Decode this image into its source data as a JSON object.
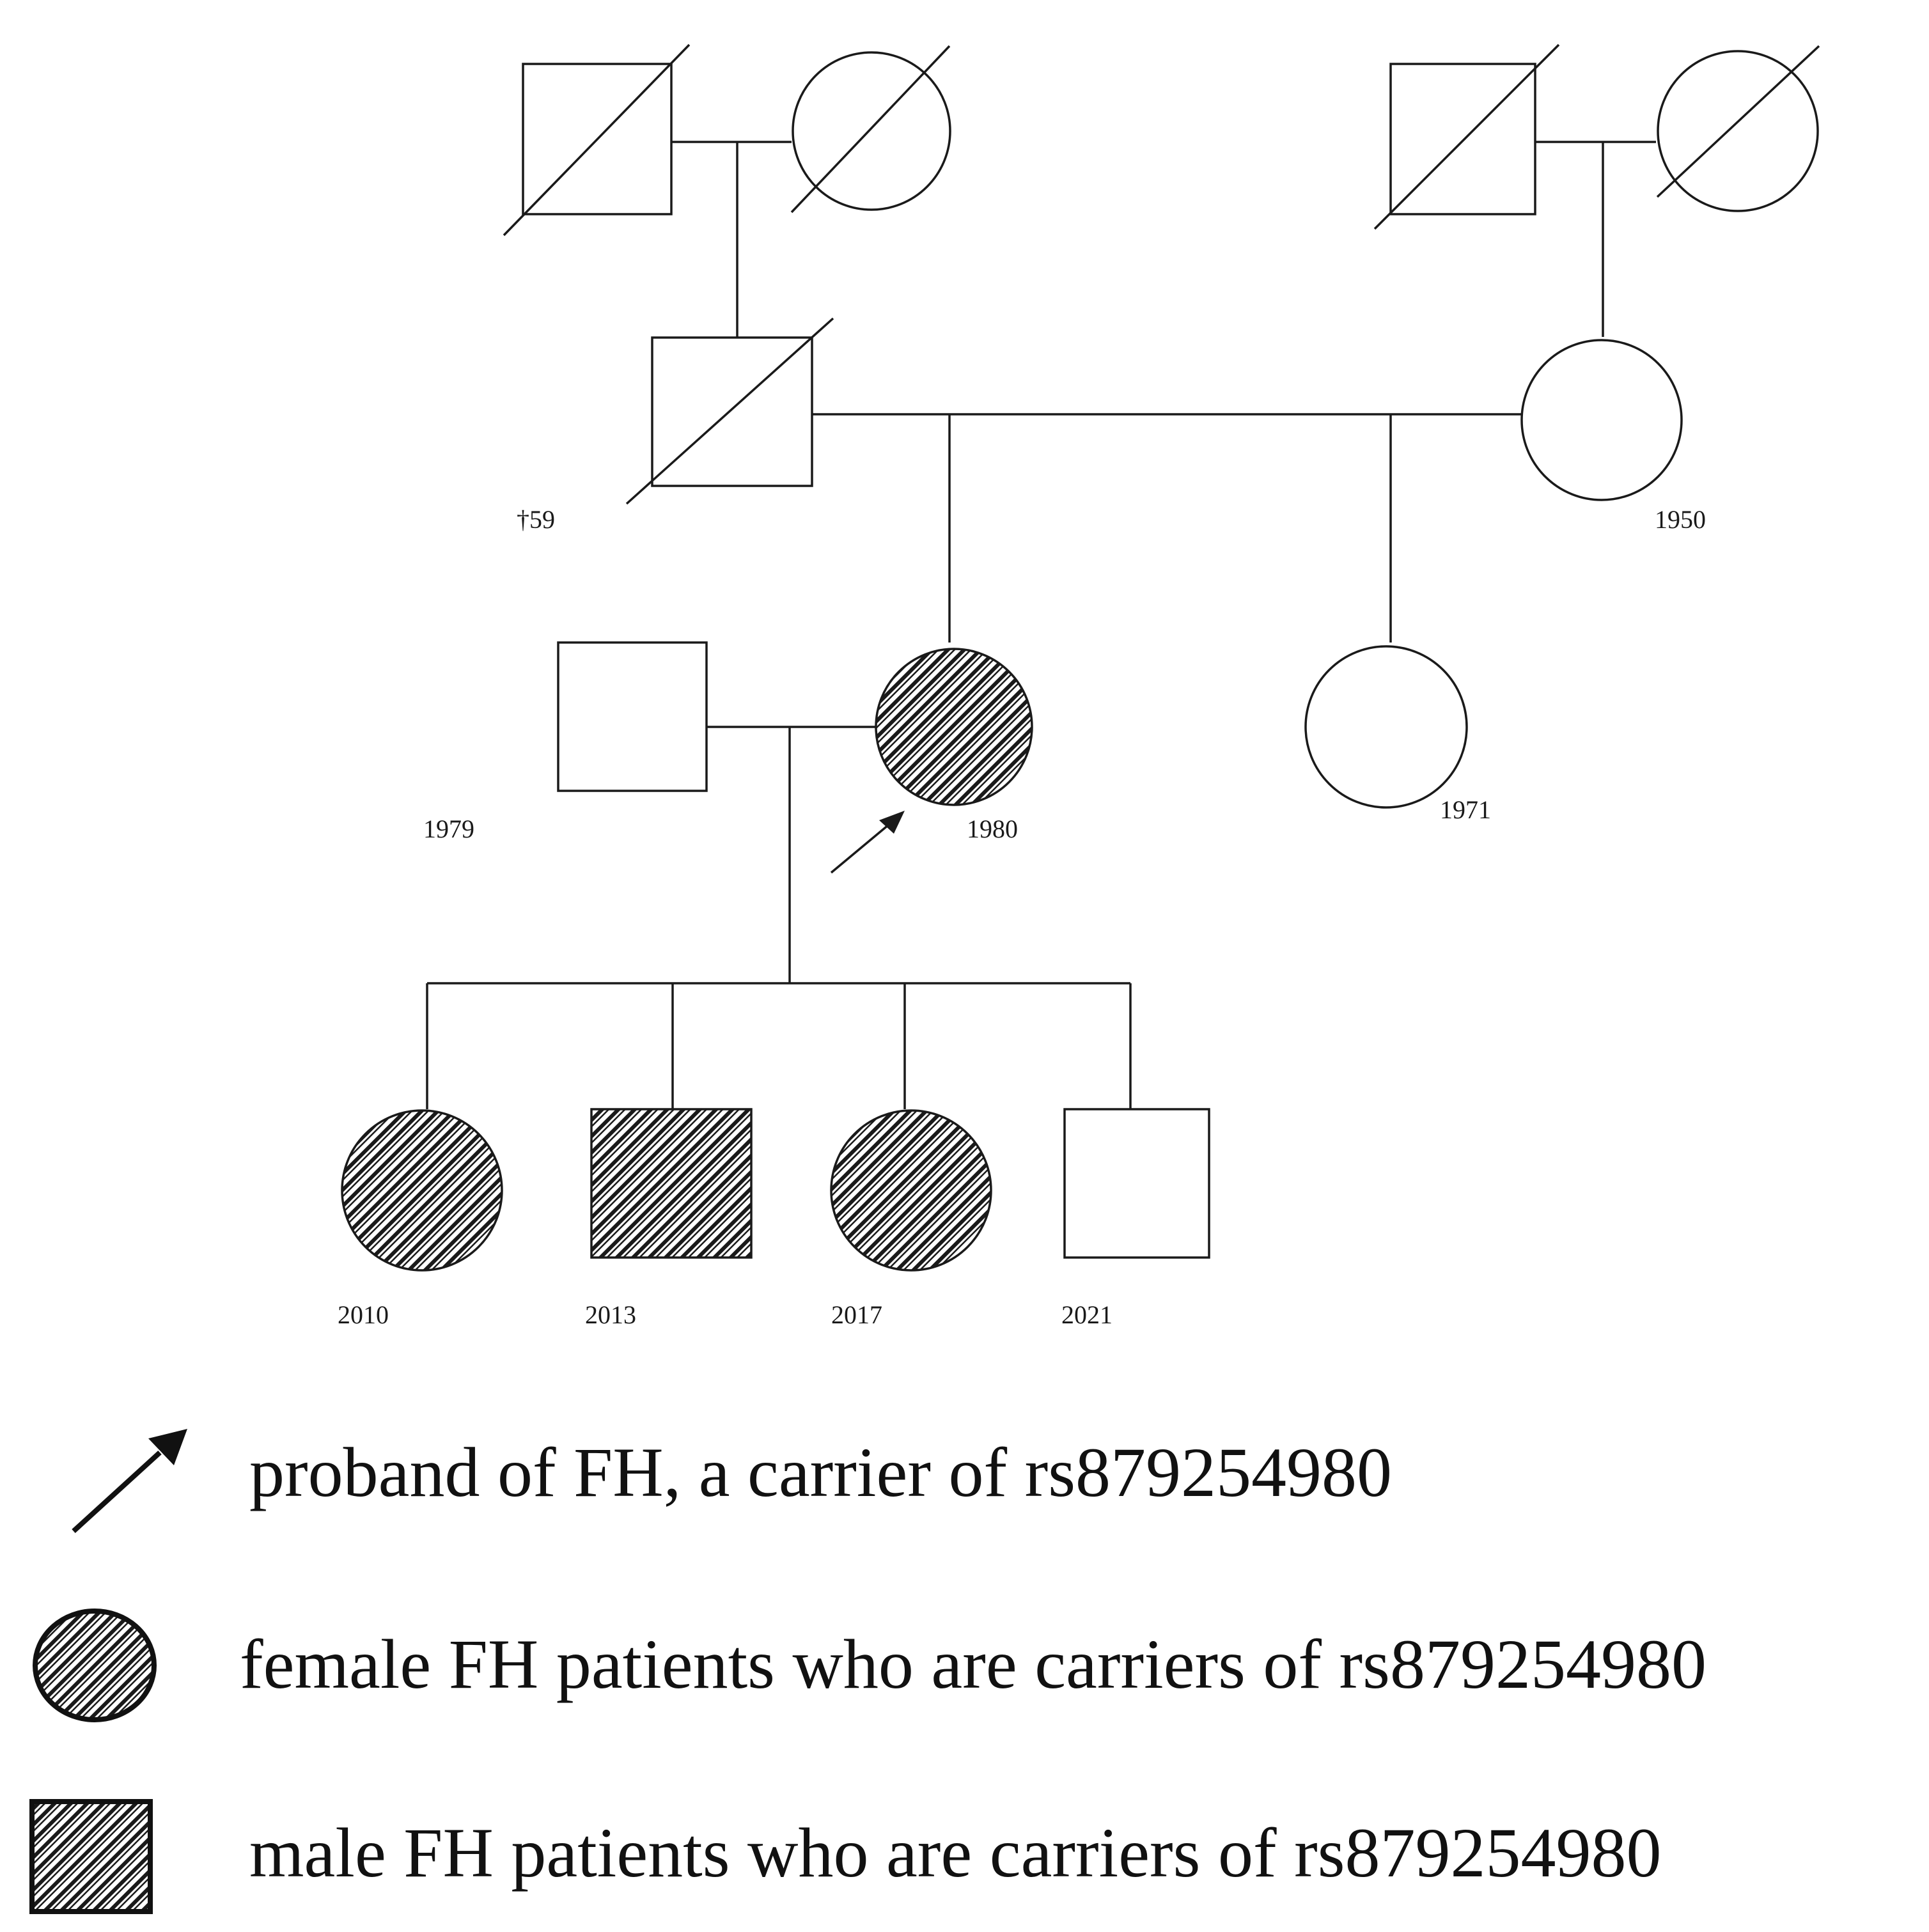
{
  "pedigree": {
    "labels": {
      "paternal_father_death": "†59",
      "mother_birth": "1950",
      "husband_birth": "1979",
      "proband_birth": "1980",
      "sister_birth": "1971",
      "child1_birth": "2010",
      "child2_birth": "2013",
      "child3_birth": "2017",
      "child4_birth": "2021"
    },
    "individuals": [
      {
        "id": "gf-paternal",
        "sex": "male",
        "deceased": true,
        "carrier": false
      },
      {
        "id": "gm-paternal",
        "sex": "female",
        "deceased": true,
        "carrier": false
      },
      {
        "id": "gf-maternal",
        "sex": "male",
        "deceased": true,
        "carrier": false
      },
      {
        "id": "gm-maternal",
        "sex": "female",
        "deceased": true,
        "carrier": false
      },
      {
        "id": "father",
        "sex": "male",
        "deceased": true,
        "carrier": false
      },
      {
        "id": "mother",
        "sex": "female",
        "deceased": false,
        "carrier": false
      },
      {
        "id": "husband",
        "sex": "male",
        "deceased": false,
        "carrier": false
      },
      {
        "id": "proband",
        "sex": "female",
        "deceased": false,
        "carrier": true,
        "proband": true
      },
      {
        "id": "sister",
        "sex": "female",
        "deceased": false,
        "carrier": false
      },
      {
        "id": "child-1",
        "sex": "female",
        "deceased": false,
        "carrier": true
      },
      {
        "id": "child-2",
        "sex": "male",
        "deceased": false,
        "carrier": true
      },
      {
        "id": "child-3",
        "sex": "female",
        "deceased": false,
        "carrier": true
      },
      {
        "id": "child-4",
        "sex": "male",
        "deceased": false,
        "carrier": false
      }
    ]
  },
  "legend": {
    "proband": "proband of FH, a carrier of rs879254980",
    "female_carrier": "female FH patients who are carriers of rs879254980",
    "male_carrier": "male FH patients who are carriers of rs879254980"
  },
  "colors": {
    "line": "#1a1a1a",
    "background": "#ffffff"
  }
}
